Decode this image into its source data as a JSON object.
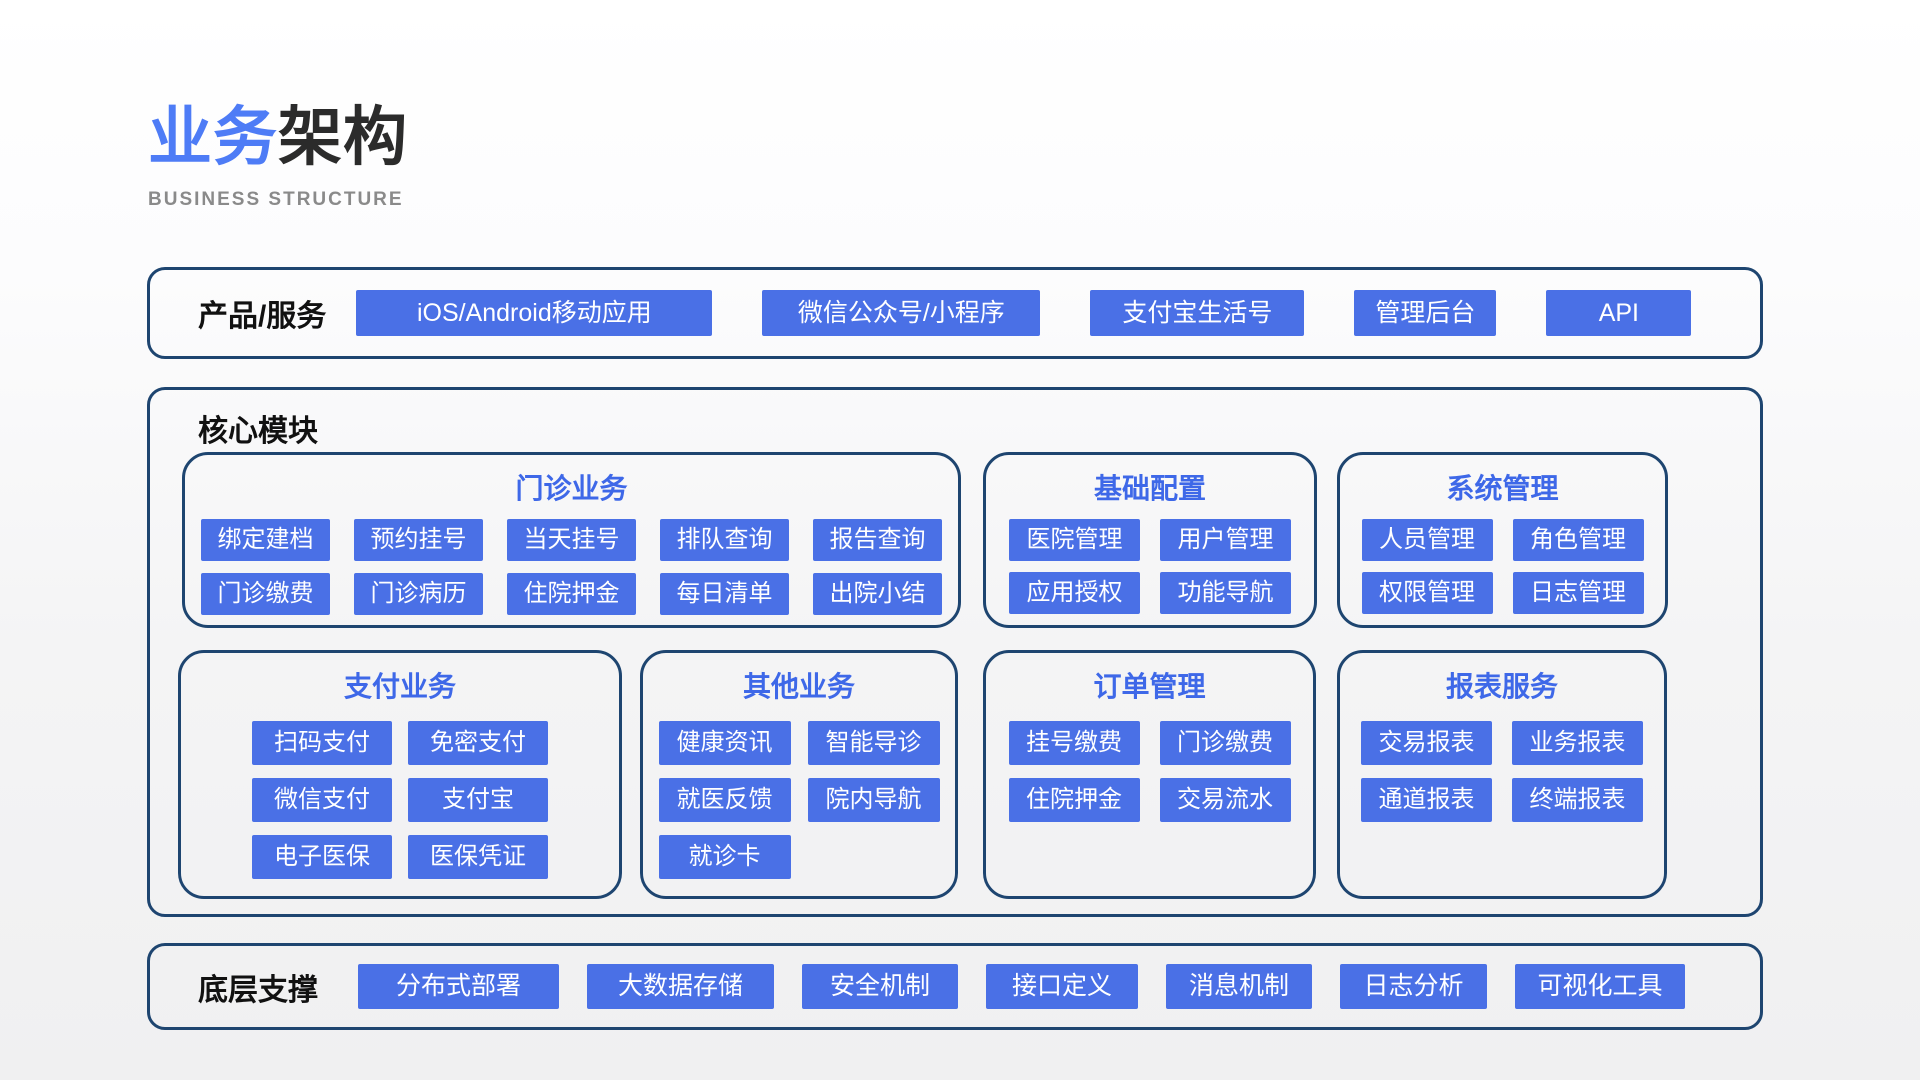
{
  "header": {
    "title_accent": "业务",
    "title_rest": "架构",
    "subtitle": "BUSINESS STRUCTURE"
  },
  "colors": {
    "chip_blue": "#4A70E6",
    "title_accent_blue": "#4E7CF6",
    "box_title_blue": "#3E68E8",
    "container_border_navy": "#1E4570",
    "title_dark": "#2B2B2B",
    "subtitle_gray": "#8A8A8A"
  },
  "products": {
    "label": "产品/服务",
    "items": [
      "iOS/Android移动应用",
      "微信公众号/小程序",
      "支付宝生活号",
      "管理后台",
      "API"
    ]
  },
  "core": {
    "label": "核心模块",
    "boxes": [
      {
        "title": "门诊业务",
        "items": [
          "绑定建档",
          "预约挂号",
          "当天挂号",
          "排队查询",
          "报告查询",
          "门诊缴费",
          "门诊病历",
          "住院押金",
          "每日清单",
          "出院小结"
        ]
      },
      {
        "title": "基础配置",
        "items": [
          "医院管理",
          "用户管理",
          "应用授权",
          "功能导航"
        ]
      },
      {
        "title": "系统管理",
        "items": [
          "人员管理",
          "角色管理",
          "权限管理",
          "日志管理"
        ]
      },
      {
        "title": "支付业务",
        "items": [
          "扫码支付",
          "免密支付",
          "微信支付",
          "支付宝",
          "电子医保",
          "医保凭证"
        ]
      },
      {
        "title": "其他业务",
        "items": [
          "健康资讯",
          "智能导诊",
          "就医反馈",
          "院内导航",
          "就诊卡"
        ]
      },
      {
        "title": "订单管理",
        "items": [
          "挂号缴费",
          "门诊缴费",
          "住院押金",
          "交易流水"
        ]
      },
      {
        "title": "报表服务",
        "items": [
          "交易报表",
          "业务报表",
          "通道报表",
          "终端报表"
        ]
      }
    ]
  },
  "foundation": {
    "label": "底层支撑",
    "items": [
      "分布式部署",
      "大数据存储",
      "安全机制",
      "接口定义",
      "消息机制",
      "日志分析",
      "可视化工具"
    ]
  }
}
